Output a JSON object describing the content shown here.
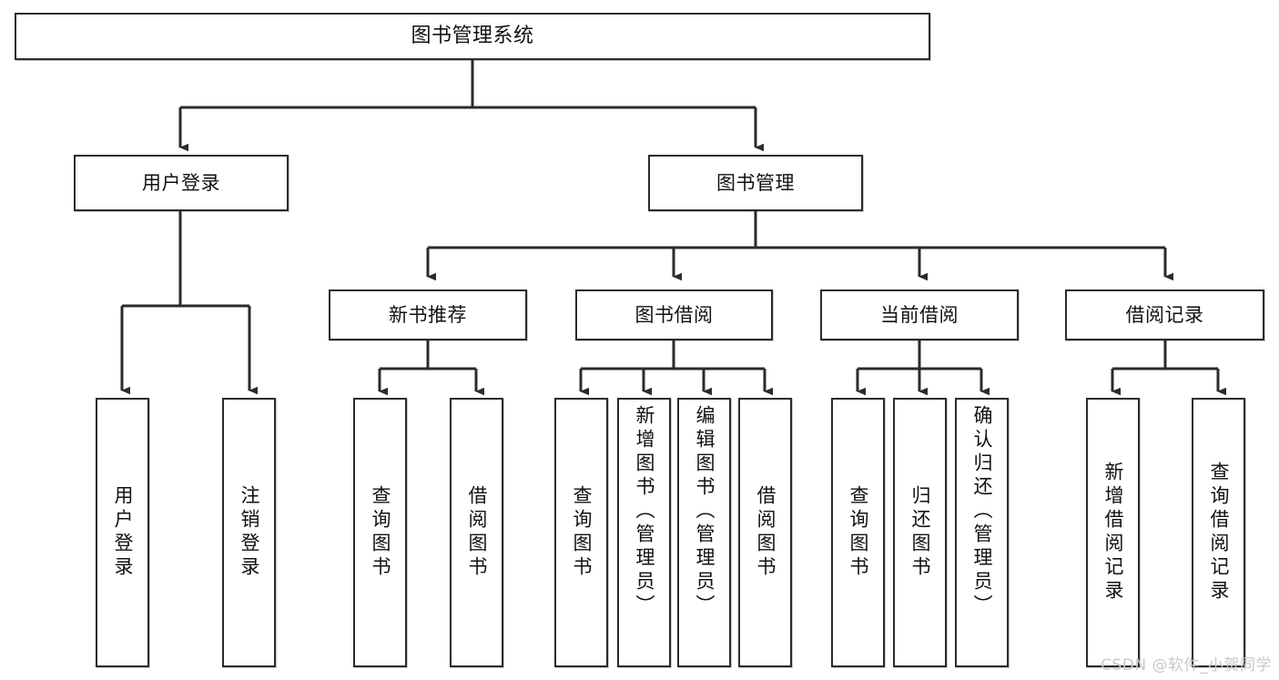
{
  "diagram": {
    "title": "图书管理系统",
    "type": "tree-hierarchy",
    "watermark": "CSDN @软件_小贺同学",
    "colors": {
      "node_border": "#2b2b2b",
      "node_fill": "#ffffff",
      "edge": "#2b2b2b",
      "text": "#111111",
      "watermark": "#c9c9c9"
    },
    "nodes": {
      "root": {
        "label": "图书管理系统"
      },
      "level2": [
        {
          "id": "user-login",
          "label": "用户登录"
        },
        {
          "id": "book-management",
          "label": "图书管理"
        }
      ],
      "level3": [
        {
          "id": "new-book-recommend",
          "label": "新书推荐"
        },
        {
          "id": "book-borrow",
          "label": "图书借阅"
        },
        {
          "id": "current-borrow",
          "label": "当前借阅"
        },
        {
          "id": "borrow-record",
          "label": "借阅记录"
        }
      ],
      "leaves": {
        "user_login": [
          {
            "id": "leaf-user-login",
            "label": "用户登录"
          },
          {
            "id": "leaf-logout",
            "label": "注销登录"
          }
        ],
        "new_book_recommend": [
          {
            "id": "leaf-query-book-1",
            "label": "查询图书"
          },
          {
            "id": "leaf-borrow-book-1",
            "label": "借阅图书"
          }
        ],
        "book_borrow": [
          {
            "id": "leaf-query-book-2",
            "label": "查询图书"
          },
          {
            "id": "leaf-add-book-admin",
            "label": "新增图书（管理员）"
          },
          {
            "id": "leaf-edit-book-admin",
            "label": "编辑图书（管理员）"
          },
          {
            "id": "leaf-borrow-book-2",
            "label": "借阅图书"
          }
        ],
        "current_borrow": [
          {
            "id": "leaf-query-book-3",
            "label": "查询图书"
          },
          {
            "id": "leaf-return-book",
            "label": "归还图书"
          },
          {
            "id": "leaf-confirm-return-admin",
            "label": "确认归还（管理员）"
          }
        ],
        "borrow_record": [
          {
            "id": "leaf-add-borrow-record",
            "label": "新增借阅记录"
          },
          {
            "id": "leaf-query-borrow-record",
            "label": "查询借阅记录"
          }
        ]
      }
    }
  }
}
